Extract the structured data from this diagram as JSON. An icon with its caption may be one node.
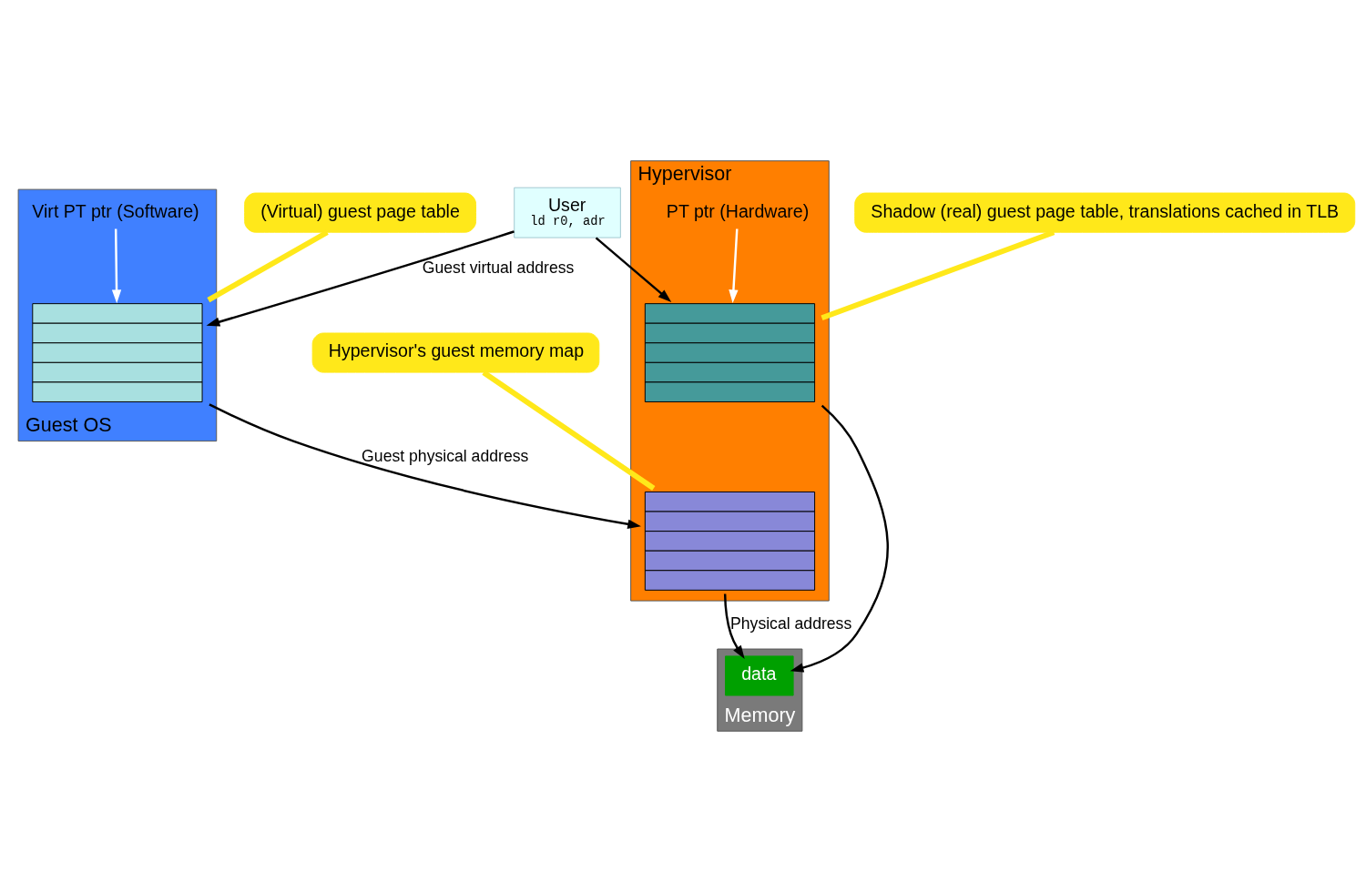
{
  "diagram": {
    "nodes": [
      {
        "text": [
          "User",
          "ld r0, adr"
        ]
      },
      {
        "text": [
          "Guest OS"
        ]
      },
      {
        "text": [
          "Virt PT ptr (Software)"
        ],
        "in": 1
      },
      {
        "text": [],
        "shape": "table",
        "in": 1
      },
      {
        "text": [
          "Hypervisor"
        ]
      },
      {
        "text": [
          "PT ptr (Hardware)"
        ],
        "in": 4
      },
      {
        "text": [],
        "shape": "table",
        "in": 4
      },
      {
        "text": [],
        "shape": "table",
        "in": 4
      },
      {
        "text": [
          "Memory"
        ]
      },
      {
        "text": [
          "data"
        ],
        "in": 8
      },
      {
        "text": [
          "(Virtual) guest page table"
        ]
      },
      {
        "text": [
          "Shadow (real) guest page table, translations cached in TLB"
        ]
      },
      {
        "text": [
          "Hypervisor's guest memory map"
        ]
      }
    ],
    "edges": [
      {
        "from": 0,
        "to": 3,
        "arrow": "to",
        "label": "Guest virtual address"
      },
      {
        "from": 0,
        "to": 6,
        "arrow": "to"
      },
      {
        "from": 2,
        "to": 3,
        "arrow": "to",
        "color": "#ffffff"
      },
      {
        "from": 5,
        "to": 6,
        "arrow": "to",
        "color": "#ffffff"
      },
      {
        "from": 3,
        "to": 7,
        "arrow": "to",
        "label": "Guest physical address"
      },
      {
        "from": 6,
        "to": 9,
        "arrow": "to"
      },
      {
        "from": 7,
        "to": 9,
        "arrow": "to",
        "label": "Physical address"
      },
      {
        "from": 10,
        "to": 3,
        "arrow": "none",
        "style": "thick",
        "color": "#ffe81a"
      },
      {
        "from": 11,
        "to": 6,
        "arrow": "none",
        "style": "thick",
        "color": "#ffe81a"
      },
      {
        "from": 12,
        "to": 7,
        "arrow": "none",
        "style": "thick",
        "color": "#ffe81a"
      }
    ]
  }
}
